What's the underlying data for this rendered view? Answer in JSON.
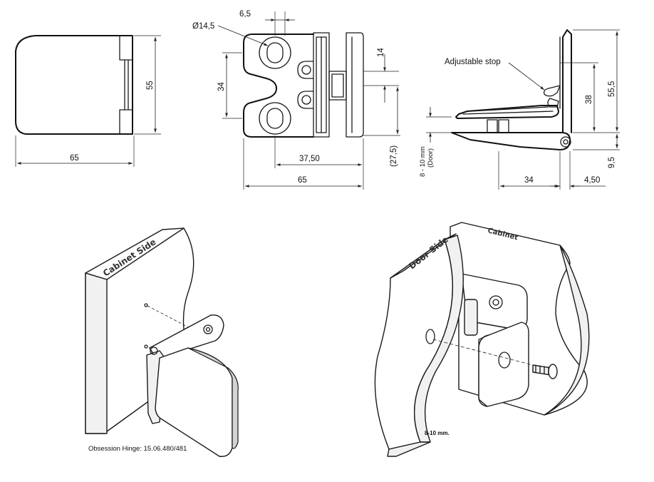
{
  "dimensions": {
    "side_width": "65",
    "side_height": "55",
    "front_hole_spacing": "6,5",
    "front_hole_dia": "Ø14,5",
    "front_vertical": "34",
    "front_slot": "14",
    "front_offset": "37,50",
    "front_total": "(27,5)",
    "front_width": "65",
    "door_thickness": "8 - 10 mm",
    "door_label": "(Door)",
    "profile_height_total": "55,5",
    "profile_height": "38",
    "profile_bottom": "9,5",
    "profile_depth": "34",
    "profile_offset": "4,50"
  },
  "labels": {
    "adjustable_stop": "Adjustable stop",
    "cabinet_side": "Cabinet Side",
    "door_side": "Door Side",
    "cabinet": "Cabinet",
    "thickness_note": "8-10 mm.",
    "caption": "Obsession Hinge: 15.06.480/481"
  }
}
